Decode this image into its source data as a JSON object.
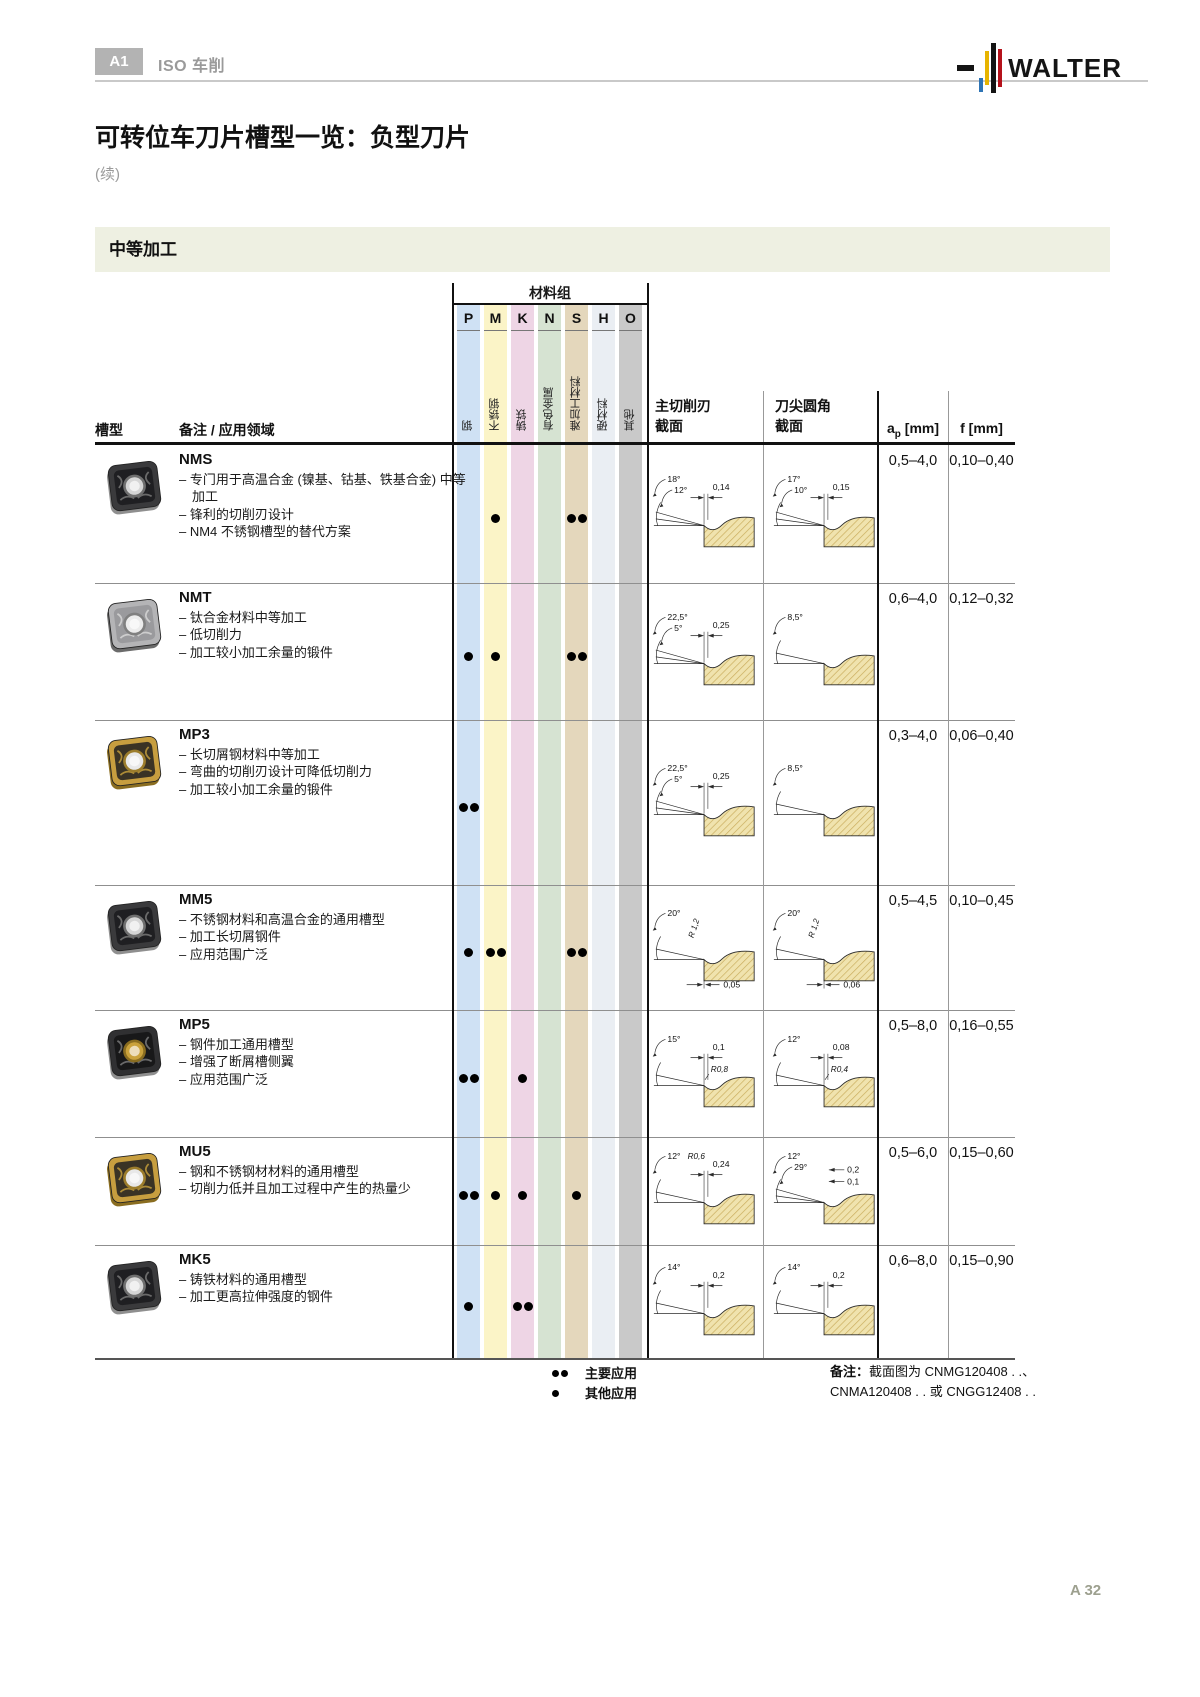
{
  "page": {
    "number": "A 32"
  },
  "header": {
    "badge": "A1",
    "section": "ISO 车削",
    "brand": "WALTER"
  },
  "title": {
    "main": "可转位车刀片槽型一览：负型刀片",
    "continued": "(续)"
  },
  "section_band": {
    "label": "中等加工"
  },
  "table": {
    "material_group_label": "材料组",
    "materials": [
      {
        "code": "P",
        "name": "钢",
        "color": "#cfe1f4"
      },
      {
        "code": "M",
        "name": "不锈钢",
        "color": "#fbf4c7"
      },
      {
        "code": "K",
        "name": "铸铁",
        "color": "#eed5e5"
      },
      {
        "code": "N",
        "name": "有色金属",
        "color": "#d6e3d2"
      },
      {
        "code": "S",
        "name": "难加工材料",
        "color": "#e4d7bc"
      },
      {
        "code": "H",
        "name": "硬材料",
        "color": "#eaeef3"
      },
      {
        "code": "O",
        "name": "其他",
        "color": "#c9c9c9"
      }
    ],
    "headers": {
      "slot": "槽型",
      "notes": "备注 / 应用领域",
      "edge_line1": "主切削刃",
      "edge_line2": "截面",
      "corner_line1": "刀尖圆角",
      "corner_line2": "截面",
      "ap_main": "a",
      "ap_sub": "p",
      "ap_unit": "[mm]",
      "f_label": "f [mm]"
    },
    "rows": [
      {
        "name": "NMS",
        "bullets": [
          "专门用于高温合金 (镍基、钴基、铁基合金) 中等加工",
          "锋利的切削刃设计",
          "NM4 不锈钢槽型的替代方案"
        ],
        "dots": {
          "M": 1,
          "S": 2
        },
        "ap": "0,5–4,0",
        "f": "0,10–0,40",
        "edge": {
          "angles": [
            "18°",
            "12°"
          ],
          "dim": "0,14"
        },
        "corner": {
          "angles": [
            "17°",
            "10°"
          ],
          "dim": "0,15"
        },
        "insert_style": "dark"
      },
      {
        "name": "NMT",
        "bullets": [
          "钛合金材料中等加工",
          "低切削力",
          "加工较小加工余量的锻件"
        ],
        "dots": {
          "P": 1,
          "M": 1,
          "S": 2
        },
        "ap": "0,6–4,0",
        "f": "0,12–0,32",
        "edge": {
          "angles": [
            "22,5°",
            "5°"
          ],
          "dim": "0,25"
        },
        "corner": {
          "angles": [
            "8,5°"
          ]
        },
        "insert_style": "silver"
      },
      {
        "name": "MP3",
        "bullets": [
          "长切屑钢材料中等加工",
          "弯曲的切削刃设计可降低切削力",
          "加工较小加工余量的锻件"
        ],
        "dots": {
          "P": 2
        },
        "ap": "0,3–4,0",
        "f": "0,06–0,40",
        "edge": {
          "angles": [
            "22,5°",
            "5°"
          ],
          "dim": "0,25"
        },
        "corner": {
          "angles": [
            "8,5°"
          ]
        },
        "insert_style": "gold"
      },
      {
        "name": "MM5",
        "bullets": [
          "不锈钢材料和高温合金的通用槽型",
          "加工长切屑钢件",
          "应用范围广泛"
        ],
        "dots": {
          "P": 1,
          "M": 2,
          "S": 2
        },
        "ap": "0,5–4,5",
        "f": "0,10–0,45",
        "edge": {
          "angles": [
            "20°"
          ],
          "r": "R 1,2",
          "r_rot": true,
          "dim_bottom": "0,05"
        },
        "corner": {
          "angles": [
            "20°"
          ],
          "r": "R 1,2",
          "r_rot": true,
          "dim_bottom": "0,06"
        },
        "insert_style": "dark"
      },
      {
        "name": "MP5",
        "bullets": [
          "钢件加工通用槽型",
          "增强了断屑槽侧翼",
          "应用范围广泛"
        ],
        "dots": {
          "P": 2,
          "K": 1
        },
        "ap": "0,5–8,0",
        "f": "0,16–0,55",
        "edge": {
          "angles": [
            "15°"
          ],
          "dim": "0,1",
          "r": "R0,8"
        },
        "corner": {
          "angles": [
            "12°"
          ],
          "dim": "0,08",
          "r": "R0,4"
        },
        "insert_style": "golddark"
      },
      {
        "name": "MU5",
        "bullets": [
          "钢和不锈钢材材料的通用槽型",
          "切削力低并且加工过程中产生的热量少"
        ],
        "dots": {
          "P": 2,
          "M": 1,
          "K": 1,
          "S": 1
        },
        "ap": "0,5–6,0",
        "f": "0,15–0,60",
        "edge": {
          "angles": [
            "12°"
          ],
          "r": "R0,6",
          "r_top": true,
          "dim": "0,24"
        },
        "corner": {
          "angles": [
            "12°",
            "29°"
          ],
          "dims": [
            "0,2",
            "0,1"
          ]
        },
        "insert_style": "gold"
      },
      {
        "name": "MK5",
        "bullets": [
          "铸铁材料的通用槽型",
          "加工更高拉伸强度的钢件"
        ],
        "dots": {
          "P": 1,
          "K": 2
        },
        "ap": "0,6–8,0",
        "f": "0,15–0,90",
        "edge": {
          "angles": [
            "14°"
          ],
          "dim": "0,2"
        },
        "corner": {
          "angles": [
            "14°"
          ],
          "dim": "0,2"
        },
        "insert_style": "dark"
      }
    ]
  },
  "footer": {
    "legend": [
      {
        "dots": 2,
        "label": "主要应用"
      },
      {
        "dots": 1,
        "label": "其他应用"
      }
    ],
    "note_prefix": "备注：",
    "note_line1": "截面图为 CNMG120408 . .、",
    "note_line2": "CNMA120408 . . 或 CNGG12408 . ."
  }
}
